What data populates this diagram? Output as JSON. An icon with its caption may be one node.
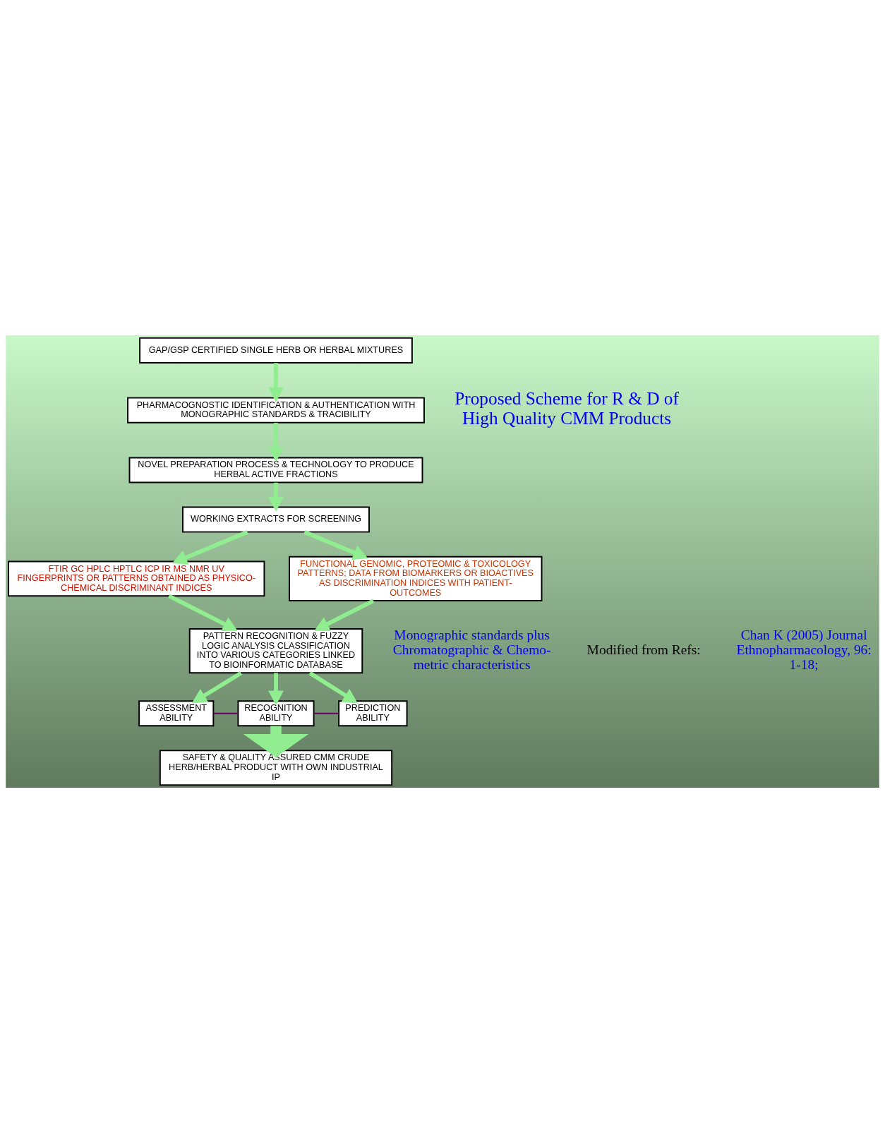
{
  "diagram": {
    "nodes": [
      {
        "text": [
          "GAP/GSP CERTIFIED SINGLE HERB OR HERBAL MIXTURES"
        ]
      },
      {
        "text": [
          "PHARMACOGNOSTIC IDENTIFICATION & AUTHENTICATION WITH MONOGRAPHIC STANDARDS & TRACIBILITY"
        ]
      },
      {
        "text": [
          "NOVEL PREPARATION PROCESS & TECHNOLOGY TO PRODUCE HERBAL ACTIVE FRACTIONS"
        ]
      },
      {
        "text": [
          "WORKING EXTRACTS FOR SCREENING"
        ]
      },
      {
        "text": [
          "FTIR GC HPLC HPTLC ICP IR MS NMR UV FINGERPRINTS OR PATTERNS OBTAINED AS PHYSICO-CHEMICAL DISCRIMINANT INDICES"
        ]
      },
      {
        "text": [
          "FUNCTIONAL GENOMIC, PROTEOMIC & TOXICOLOGY PATTERNS; DATA FROM BIOMARKERS OR BIOACTIVES AS DISCRIMINATION INDICES WITH PATIENT-OUTCOMES"
        ]
      },
      {
        "text": [
          "PATTERN RECOGNITION & FUZZY LOGIC ANALYSIS CLASSIFICATION INTO VARIOUS CATEGORIES LINKED TO BIOINFORMATIC DATABASE"
        ]
      },
      {
        "text": [
          "ASSESSMENT ABILITY"
        ]
      },
      {
        "text": [
          "RECOGNITION ABILITY"
        ]
      },
      {
        "text": [
          "PREDICTION ABILITY"
        ]
      },
      {
        "text": [
          "SAFETY & QUALITY ASSURED CMM CRUDE HERB/HERBAL PRODUCT WITH OWN INDUSTRIAL IP"
        ]
      }
    ],
    "edges": [
      {
        "from": 0,
        "to": 1,
        "arrow": "to"
      },
      {
        "from": 1,
        "to": 2,
        "arrow": "to"
      },
      {
        "from": 2,
        "to": 3,
        "arrow": "to"
      },
      {
        "from": 3,
        "to": 4,
        "arrow": "to"
      },
      {
        "from": 3,
        "to": 5,
        "arrow": "to"
      },
      {
        "from": 4,
        "to": 6,
        "arrow": "to"
      },
      {
        "from": 5,
        "to": 6,
        "arrow": "to"
      },
      {
        "from": 6,
        "to": 7,
        "arrow": "to"
      },
      {
        "from": 6,
        "to": 8,
        "arrow": "to"
      },
      {
        "from": 6,
        "to": 9,
        "arrow": "to"
      },
      {
        "from": 7,
        "to": 8,
        "arrow": "none",
        "color": "#660066"
      },
      {
        "from": 8,
        "to": 9,
        "arrow": "none",
        "color": "#660066"
      },
      {
        "from": 8,
        "to": 10,
        "arrow": "to",
        "style": "thick"
      }
    ],
    "labels": [
      "Proposed Scheme for R & D of High Quality CMM Products",
      "Monographic standards plus Chromatographic & Chemo-metric characteristics",
      "Modified from Refs:",
      "Chan K (2005) Journal Ethnopharmacology, 96: 1-18;"
    ]
  }
}
